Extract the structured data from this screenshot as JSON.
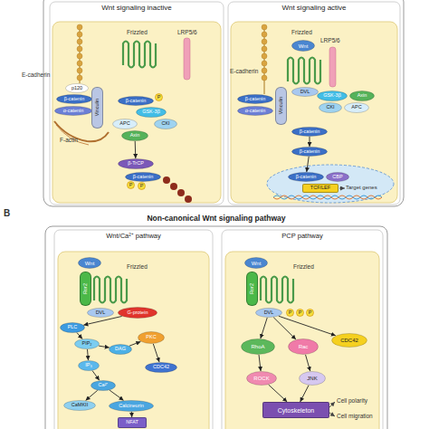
{
  "diagram": {
    "nodes": [
      {
        "text": [
          "Wnt signaling inactive"
        ]
      },
      {
        "text": [
          "Wnt signaling active"
        ]
      },
      {
        "text": [
          "p120"
        ],
        "in": 0
      },
      {
        "text": [
          "β-catenin"
        ],
        "in": 0
      },
      {
        "text": [
          "α-catenin"
        ],
        "in": 0
      },
      {
        "text": [
          "Vinculin"
        ],
        "in": 0
      },
      {
        "text": [
          "β-catenin"
        ],
        "in": 0
      },
      {
        "text": [
          "P"
        ],
        "in": 0
      },
      {
        "text": [
          "GSK-3β"
        ],
        "in": 0
      },
      {
        "text": [
          "APC"
        ],
        "in": 0
      },
      {
        "text": [
          "CKI"
        ],
        "in": 0
      },
      {
        "text": [
          "Axin"
        ],
        "in": 0
      },
      {
        "text": [
          "β-TrCP"
        ],
        "in": 0
      },
      {
        "text": [
          "β-catenin"
        ],
        "in": 0
      },
      {
        "text": [
          "P"
        ],
        "in": 0
      },
      {
        "text": [
          "P"
        ],
        "in": 0
      },
      {
        "text": [
          "β-catenin"
        ],
        "in": 1
      },
      {
        "text": [
          "α-catenin"
        ],
        "in": 1
      },
      {
        "text": [
          "Vinculin"
        ],
        "in": 1
      },
      {
        "text": [
          "Wnt"
        ],
        "in": 1
      },
      {
        "text": [
          "DVL"
        ],
        "in": 1
      },
      {
        "text": [
          "GSK-3β"
        ],
        "in": 1
      },
      {
        "text": [
          "Axin"
        ],
        "in": 1
      },
      {
        "text": [
          "CKI"
        ],
        "in": 1
      },
      {
        "text": [
          "APC"
        ],
        "in": 1
      },
      {
        "text": [
          "β-catenin"
        ],
        "in": 1
      },
      {
        "text": [
          "β-catenin"
        ],
        "in": 1
      },
      {
        "text": [
          "β-catenin"
        ],
        "in": 1
      },
      {
        "text": [
          "CBP"
        ],
        "in": 1
      },
      {
        "text": [
          "TCF/LEF"
        ],
        "in": 1
      },
      {
        "text": [
          "Non-canonical Wnt signaling pathway"
        ]
      },
      {
        "text": [
          "Wnt/Ca²⁺ pathway"
        ],
        "in": 30
      },
      {
        "text": [
          "PCP pathway"
        ],
        "in": 30
      },
      {
        "text": [
          "Wnt"
        ],
        "in": 31
      },
      {
        "text": [
          "Ror2"
        ],
        "in": 31
      },
      {
        "text": [
          "DVL"
        ],
        "in": 31
      },
      {
        "text": [
          "G-protein"
        ],
        "in": 31
      },
      {
        "text": [
          "PLC"
        ],
        "in": 31
      },
      {
        "text": [
          "PIP₂"
        ],
        "in": 31
      },
      {
        "text": [
          "DAG"
        ],
        "in": 31
      },
      {
        "text": [
          "PKC"
        ],
        "in": 31
      },
      {
        "text": [
          "IP₃"
        ],
        "in": 31
      },
      {
        "text": [
          "CDC42"
        ],
        "in": 31
      },
      {
        "text": [
          "Ca²⁺"
        ],
        "in": 31
      },
      {
        "text": [
          "CaMKII"
        ],
        "in": 31
      },
      {
        "text": [
          "Calcineurin"
        ],
        "in": 31
      },
      {
        "text": [
          "NFAT"
        ],
        "in": 31
      },
      {
        "text": [
          "Wnt"
        ],
        "in": 32
      },
      {
        "text": [
          "Ror2"
        ],
        "in": 32
      },
      {
        "text": [
          "DVL"
        ],
        "in": 32
      },
      {
        "text": [
          "P"
        ],
        "in": 32
      },
      {
        "text": [
          "P"
        ],
        "in": 32
      },
      {
        "text": [
          "P"
        ],
        "in": 32
      },
      {
        "text": [
          "RhoA"
        ],
        "in": 32
      },
      {
        "text": [
          "Rac"
        ],
        "in": 32
      },
      {
        "text": [
          "CDC42"
        ],
        "in": 32
      },
      {
        "text": [
          "ROCK"
        ],
        "in": 32
      },
      {
        "text": [
          "JNK"
        ],
        "in": 32
      },
      {
        "text": [
          "Cytoskeleton"
        ],
        "in": 32
      }
    ],
    "edges": [
      {
        "from": 11,
        "to": 12,
        "arrow": "to"
      },
      {
        "from": 25,
        "to": 26,
        "arrow": "to"
      },
      {
        "from": 26,
        "to": 27,
        "arrow": "to"
      },
      {
        "from": 36,
        "to": 37,
        "arrow": "to"
      },
      {
        "from": 37,
        "to": 38,
        "arrow": "to"
      },
      {
        "from": 38,
        "to": 39,
        "arrow": "to"
      },
      {
        "from": 38,
        "to": 41,
        "arrow": "to"
      },
      {
        "from": 39,
        "to": 40,
        "arrow": "to"
      },
      {
        "from": 40,
        "to": 42,
        "arrow": "to"
      },
      {
        "from": 41,
        "to": 43,
        "arrow": "to"
      },
      {
        "from": 43,
        "to": 44,
        "arrow": "to"
      },
      {
        "from": 43,
        "to": 45,
        "arrow": "to"
      },
      {
        "from": 45,
        "to": 46,
        "arrow": "to"
      },
      {
        "from": 49,
        "to": 53,
        "arrow": "to"
      },
      {
        "from": 49,
        "to": 54,
        "arrow": "to"
      },
      {
        "from": 49,
        "to": 55,
        "arrow": "to"
      },
      {
        "from": 53,
        "to": 56,
        "arrow": "to"
      },
      {
        "from": 54,
        "to": 57,
        "arrow": "to"
      },
      {
        "from": 56,
        "to": 58,
        "arrow": "to"
      },
      {
        "from": 57,
        "to": 58,
        "arrow": "to"
      }
    ],
    "labels": [
      "E-cadherin",
      "F-actin",
      "Frizzled",
      "LRP5/6",
      "E-cadherin",
      "Frizzled",
      "LRP5/6",
      "Target genes",
      "B",
      "Frizzled",
      "Frizzled",
      "Cell polarity",
      "Cell migration"
    ]
  }
}
